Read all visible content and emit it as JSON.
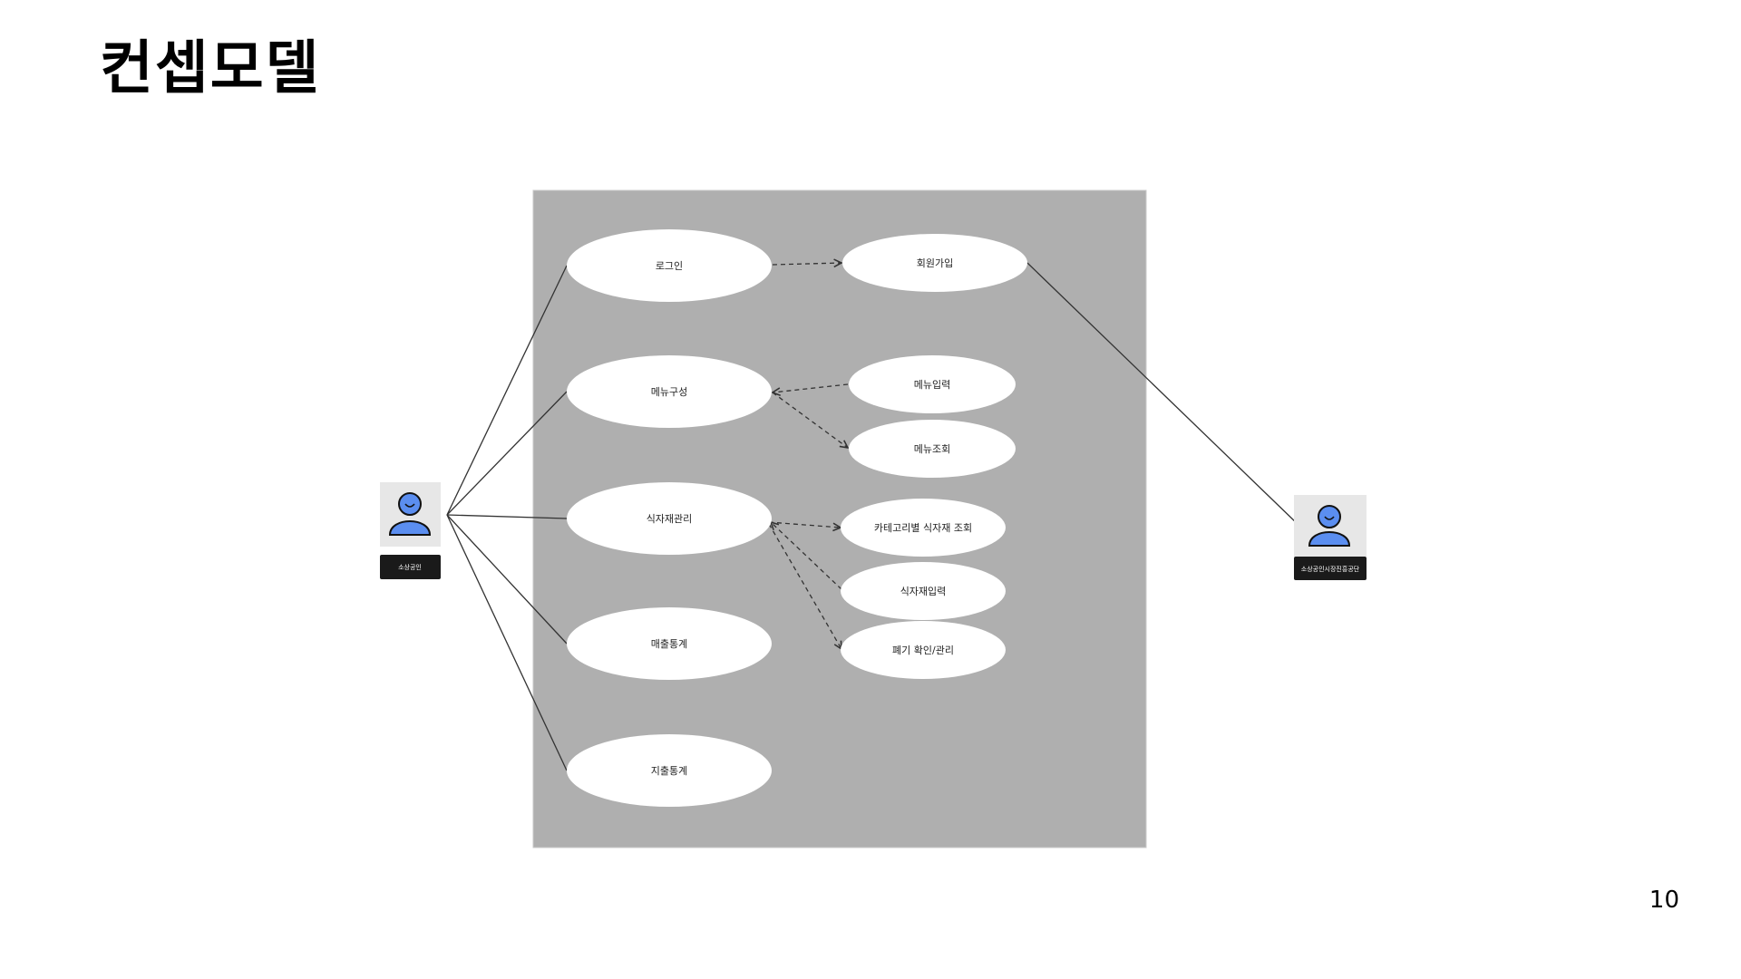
{
  "page": {
    "title": "컨셉모델",
    "page_number": "10"
  },
  "colors": {
    "system_boundary": "#afafaf",
    "use_case_fill": "#ffffff",
    "actor_icon": "#5b8ef0",
    "actor_tile": "#e7e7e7",
    "actor_label_bg": "#1a1a1a",
    "line": "#333333"
  },
  "actors": {
    "small_business_owner": {
      "label": "소상공인",
      "icon": "user-icon"
    },
    "agency": {
      "label": "소상공인시장진흥공단",
      "icon": "user-icon"
    }
  },
  "use_cases": {
    "login": "로그인",
    "signup": "회원가입",
    "menu_compose": "메뉴구성",
    "menu_input": "메뉴입력",
    "menu_view": "메뉴조회",
    "ingredient_manage": "식자재관리",
    "ingredient_by_category": "카테고리별 식자재 조회",
    "ingredient_input": "식자재입력",
    "disposal_manage": "폐기 확인/관리",
    "sales_stats": "매출통계",
    "expense_stats": "지출통계"
  }
}
